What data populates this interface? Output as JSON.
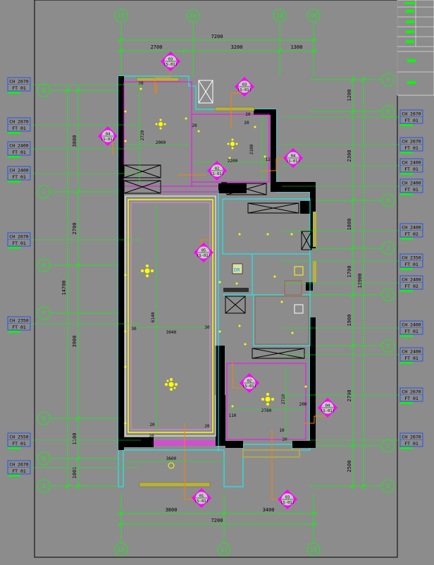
{
  "grid_labels": {
    "top": [
      "15",
      "16",
      "18",
      "19"
    ],
    "bottom": [
      "15",
      "17",
      "19"
    ],
    "left": [
      "N",
      "L",
      "H",
      "F",
      "D",
      "B",
      "A"
    ],
    "right": [
      "P",
      "M",
      "K",
      "J",
      "G",
      "E",
      "C",
      "A"
    ]
  },
  "dims": {
    "top_total": "7200",
    "top_seg": [
      "2700",
      "3200",
      "1300"
    ],
    "bottom_total": "7200",
    "bottom_seg": [
      "3800",
      "3400"
    ],
    "left_total": "14700",
    "left_seg": [
      "3800",
      "2700",
      "3900",
      "1100",
      "1001"
    ],
    "right_total": "13900",
    "right_seg": [
      "1200",
      "2300",
      "1800",
      "1700",
      "1900",
      "2700",
      "2500"
    ],
    "interior": [
      "2720",
      "2000",
      "2200",
      "2100",
      "6140",
      "3040",
      "2780",
      "2710",
      "3600",
      "30",
      "30",
      "20",
      "20",
      "120",
      "110",
      "200",
      "10",
      "20",
      "20",
      "20",
      "20",
      "20",
      "20"
    ]
  },
  "ceiling_tags_left": [
    {
      "ch": "CH 2670",
      "ft": "FT   01"
    },
    {
      "ch": "CH 2670",
      "ft": "FT   01"
    },
    {
      "ch": "CH 2400",
      "ft": "FT   01"
    },
    {
      "ch": "CH 2400",
      "ft": "FT   01"
    },
    {
      "ch": "CH 2670",
      "ft": "FT   01"
    },
    {
      "ch": "CH 2350",
      "ft": "FT   01"
    },
    {
      "ch": "CH 2550",
      "ft": "FT   01"
    },
    {
      "ch": "CH 2670",
      "ft": "FT   01"
    }
  ],
  "ceiling_tags_right": [
    {
      "ch": "CH 2670",
      "ft": "FT   01"
    },
    {
      "ch": "CH 2670",
      "ft": "FT   01"
    },
    {
      "ch": "CH 2400",
      "ft": "FT   01"
    },
    {
      "ch": "CH 2400",
      "ft": "FT   01"
    },
    {
      "ch": "CH 2400",
      "ft": "FT   02"
    },
    {
      "ch": "CH 2350",
      "ft": "FT   01"
    },
    {
      "ch": "CH 2400",
      "ft": "FT   02"
    },
    {
      "ch": "CH 2400",
      "ft": "FT   01"
    },
    {
      "ch": "CH 2400",
      "ft": "FT   01"
    },
    {
      "ch": "CH 2670",
      "ft": "FT   01"
    },
    {
      "ch": "CH 2670",
      "ft": "FT   01"
    }
  ],
  "section_markers": [
    {
      "n": "03",
      "s": "(S-01)"
    },
    {
      "n": "03",
      "s": "(S-01)"
    },
    {
      "n": "04",
      "s": "(S-01)"
    },
    {
      "n": "04",
      "s": "(S-01)"
    },
    {
      "n": "02",
      "s": "(S-01)"
    },
    {
      "n": "05",
      "s": "(S-01)"
    },
    {
      "n": "02",
      "s": "(S-01)"
    },
    {
      "n": "04",
      "s": "(S-01)"
    },
    {
      "n": "01",
      "s": "(S-01)"
    },
    {
      "n": "03",
      "s": "(S-01)"
    }
  ],
  "room_label": "DR",
  "colors": {
    "background": "#8c8c8c",
    "grid": "#00ff00",
    "wall": "#000000",
    "cyan": "#00ffff",
    "magenta": "#ff00ff",
    "yellow": "#ffff00",
    "orange": "#ff8000",
    "tag_blue": "#1a4fff",
    "window": "#b8b040"
  }
}
